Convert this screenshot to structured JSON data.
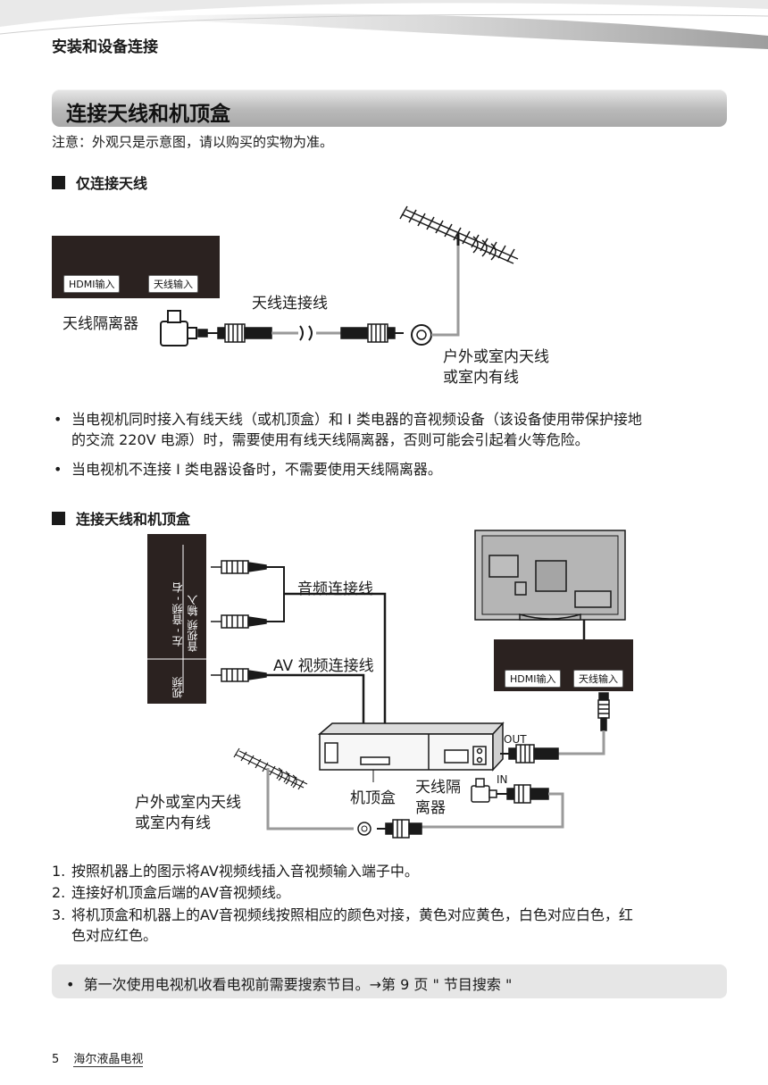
{
  "header": {
    "chapter": "安装和设备连接"
  },
  "section": {
    "title": "连接天线和机顶盒",
    "note": "注意：外观只是示意图，请以购买的实物为准。"
  },
  "part1": {
    "heading": "仅连接天线",
    "ports": {
      "hdmi": "HDMI输入",
      "antenna": "天线输入"
    },
    "labels": {
      "isolator": "天线隔离器",
      "cable": "天线连接线",
      "antenna_line1": "户外或室内天线",
      "antenna_line2": "或室内有线"
    },
    "bullets": [
      {
        "line1": "当电视机同时接入有线天线（或机顶盒）和 I 类电器的音视频设备（该设备使用带保护接地",
        "line2": "的交流 220V 电源）时，需要使用有线天线隔离器，否则可能会引起着火等危险。"
      },
      {
        "line1": "当电视机不连接 I 类电器设备时，不需要使用天线隔离器。"
      }
    ]
  },
  "part2": {
    "heading": "连接天线和机顶盒",
    "panel": {
      "audio_in": "左 - 音频 - 右",
      "av_in": "音视频 输入",
      "video": "视频"
    },
    "labels": {
      "audio_cable": "音频连接线",
      "av_cable": "AV 视频连接线",
      "stb": "机顶盒",
      "isolator_line1": "天线隔",
      "isolator_line2": "离器",
      "antenna_line1": "户外或室内天线",
      "antenna_line2": "或室内有线",
      "out": "OUT",
      "in": "IN"
    },
    "ports": {
      "hdmi": "HDMI输入",
      "antenna": "天线输入"
    },
    "steps": [
      {
        "num": "1.",
        "line1": "按照机器上的图示将AV视频线插入音视频输入端子中。"
      },
      {
        "num": "2.",
        "line1": "连接好机顶盒后端的AV音视频线。"
      },
      {
        "num": "3.",
        "line1": "将机顶盒和机器上的AV音视频线按照相应的颜色对接，黄色对应黄色，白色对应白色，红",
        "line2": "色对应红色。"
      }
    ]
  },
  "hint": {
    "text": "第一次使用电视机收看电视前需要搜索节目。→第 9 页 \" 节目搜索 \""
  },
  "footer": {
    "page": "5",
    "brand": "海尔液晶电视"
  },
  "colors": {
    "dark_panel": "#2b2220",
    "title_bar": "#b9b9b9",
    "hint_bar": "#e6e6e6",
    "cable_gray": "#9a9a9a"
  },
  "icons": [
    "antenna-icon",
    "isolator-icon",
    "connector-icon",
    "tv-icon",
    "stb-icon",
    "rca-plug-icon"
  ]
}
